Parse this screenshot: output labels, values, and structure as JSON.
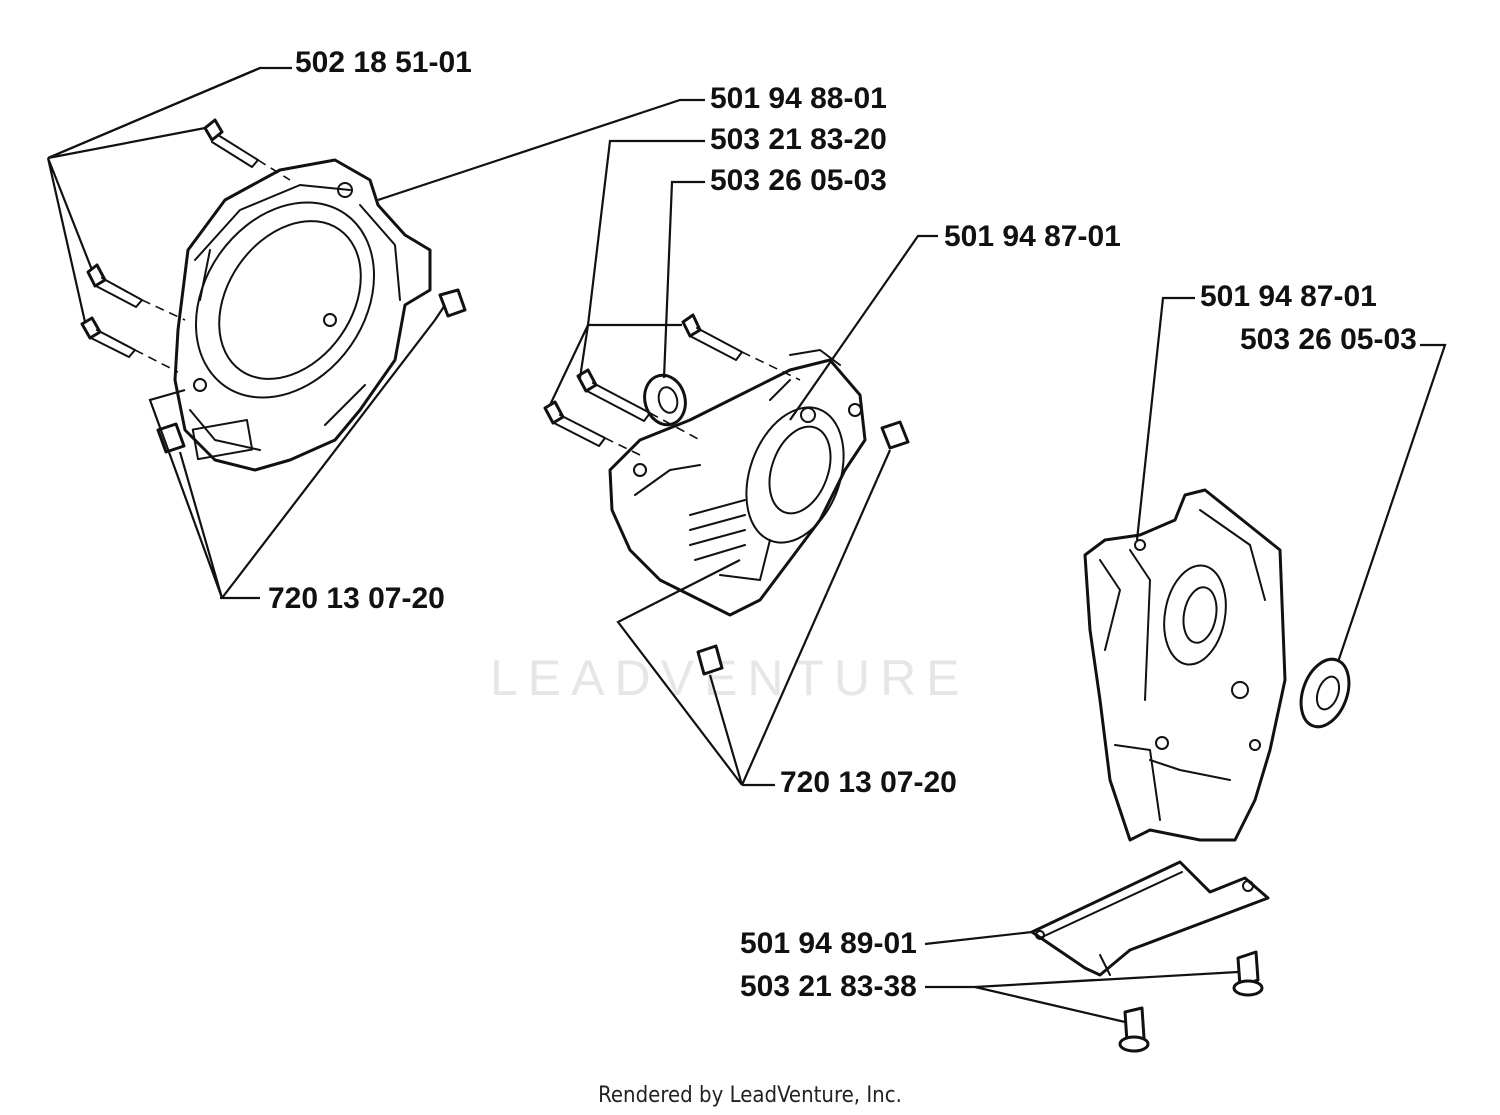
{
  "labels": {
    "top_left": "502 18 51-01",
    "left_pin": "720 13 07-20",
    "center_top_1": "501 94 88-01",
    "center_top_2": "503 21 83-20",
    "center_top_3": "503 26 05-03",
    "center_right": "501 94 87-01",
    "center_pin": "720 13 07-20",
    "right_top_1": "501 94 87-01",
    "right_top_2": "503 26 05-03",
    "bottom_1": "501 94 89-01",
    "bottom_2": "503 21 83-38"
  },
  "watermark": "LEADVENTURE",
  "footer": "Rendered by LeadVenture, Inc."
}
